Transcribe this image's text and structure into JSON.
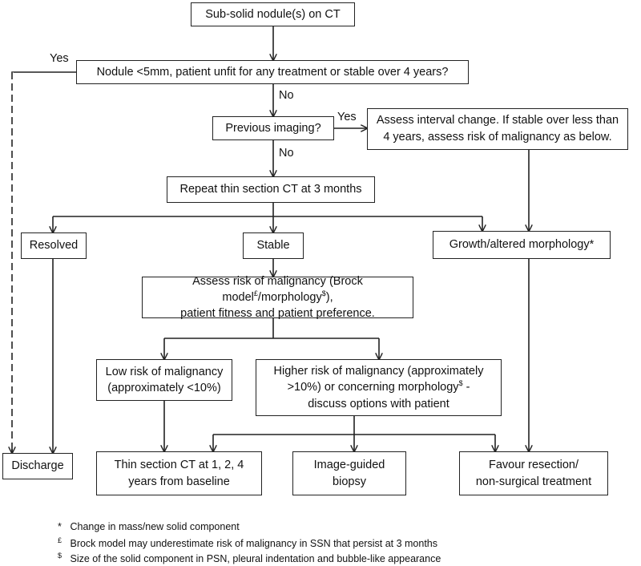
{
  "nodes": {
    "start": "Sub-solid nodule(s) on CT",
    "criteria": "Nodule <5mm, patient unfit for any treatment or stable over 4 years?",
    "previous_imaging": "Previous imaging?",
    "assess_interval_1": "Assess interval change. If stable over less than",
    "assess_interval_2": "4 years,  assess risk of malignancy as below.",
    "repeat_ct": "Repeat thin section CT at 3 months",
    "resolved": "Resolved",
    "stable": "Stable",
    "growth": "Growth/altered morphology*",
    "assess_risk_1a": "Assess risk  of malignancy (Brock  model",
    "assess_risk_1b_sup": "£",
    "assess_risk_1c": "/morphology",
    "assess_risk_1d_sup": "$",
    "assess_risk_1e": "),",
    "assess_risk_2": "patient fitness and patient preference.",
    "low_risk_1": "Low risk of malignancy",
    "low_risk_2": "(approximately <10%)",
    "high_risk_1": "Higher risk of malignancy (approximately",
    "high_risk_2a": ">10%) or concerning morphology",
    "high_risk_2b_sup": "$",
    "high_risk_2c": " -",
    "high_risk_3": "discuss options with patient",
    "discharge": "Discharge",
    "thin_ct_1": "Thin section CT at 1, 2, 4",
    "thin_ct_2": "years from baseline",
    "biopsy_1": "Image-guided",
    "biopsy_2": "biopsy",
    "resection_1": "Favour resection/",
    "resection_2": "non-surgical treatment"
  },
  "edge_labels": {
    "yes_left": "Yes",
    "no_1": "No",
    "yes_right": "Yes",
    "no_2": "No"
  },
  "footnotes": [
    {
      "mark": "*",
      "text": "Change in mass/new solid component"
    },
    {
      "mark": "£",
      "text": "Brock model may underestimate risk  of malignancy in SSN that persist at 3 months"
    },
    {
      "mark": "$",
      "text": "Size of the solid component in PSN, pleural indentation and bubble-like appearance"
    }
  ]
}
